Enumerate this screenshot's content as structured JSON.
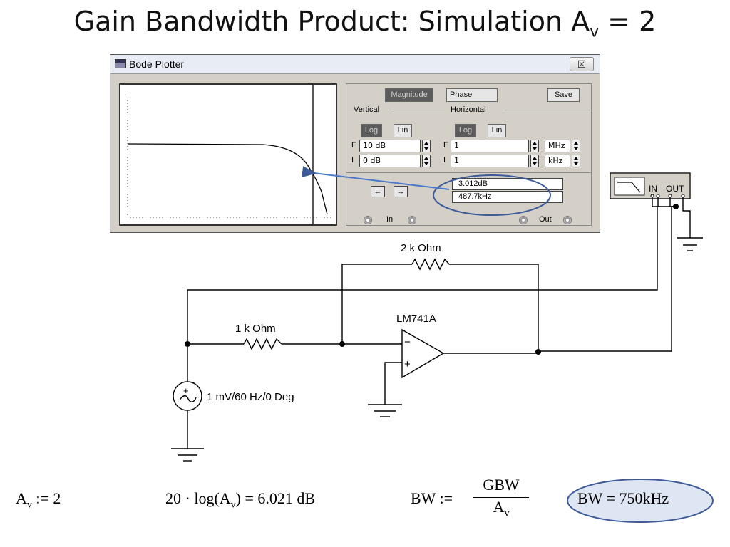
{
  "slide": {
    "title": "Gain Bandwidth Product: Simulation A",
    "title_sub": "v",
    "title_end": " = 2"
  },
  "window": {
    "title": "Bode Plotter",
    "close_label": "☒",
    "buttons": {
      "magnitude": "Magnitude",
      "phase": "Phase",
      "save": "Save"
    },
    "vertical": {
      "label": "Vertical",
      "log": "Log",
      "lin": "Lin",
      "final_letter": "F",
      "final_value": "10 dB",
      "initial_letter": "I",
      "initial_value": "0 dB"
    },
    "horizontal": {
      "label": "Horizontal",
      "log": "Log",
      "lin": "Lin",
      "final_letter": "F",
      "final_value": "1",
      "final_unit": "MHz",
      "initial_letter": "I",
      "initial_value": "1",
      "initial_unit": "kHz"
    },
    "cursor": {
      "left": "←",
      "right": "→"
    },
    "readout": {
      "magnitude": "3.012dB",
      "frequency": "487.7kHz"
    },
    "terminals": {
      "in": "In",
      "out": "Out"
    }
  },
  "instrument": {
    "in": "IN",
    "out": "OUT"
  },
  "circuit": {
    "feedback_resistor": "2 k Ohm",
    "input_resistor": "1 k Ohm",
    "opamp": "LM741A",
    "minus": "−",
    "plus": "+",
    "source": "1 mV/60 Hz/0 Deg",
    "source_plus": "+"
  },
  "formulas": {
    "av": "A",
    "av_sub": "v",
    "av_assign": " := 2",
    "gain_expr": "20 · log(A",
    "gain_sub": "v",
    "gain_result": ") = 6.021 dB",
    "bw_lhs": "BW :=",
    "bw_num": "GBW",
    "bw_den": "A",
    "bw_den_sub": "v",
    "bw_result": "BW = 750kHz"
  },
  "colors": {
    "annotation": "#3d5a99",
    "highlight_fill": "#dfe6f3",
    "pressed": "#5b5b5b"
  }
}
